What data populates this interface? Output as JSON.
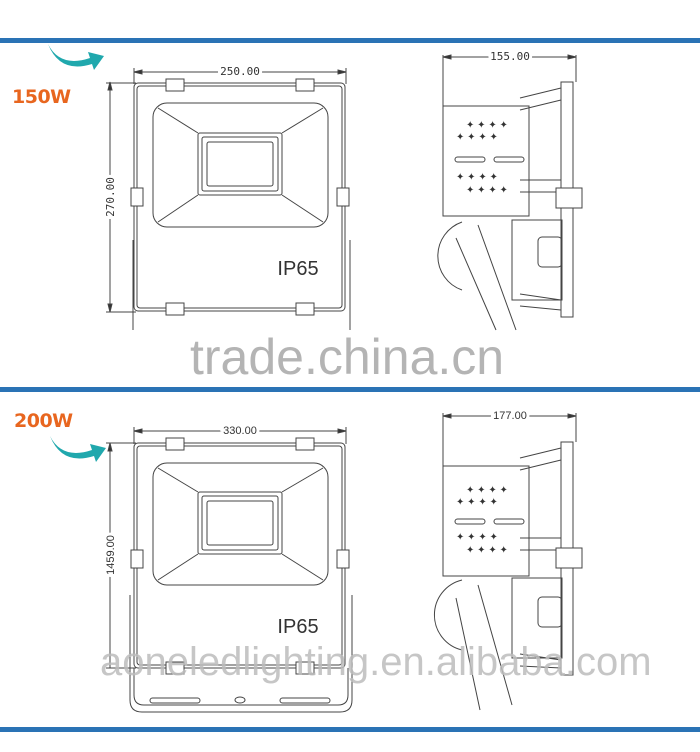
{
  "sections": [
    {
      "wattage": "150W",
      "front_view": {
        "width_dim": "250.00",
        "height_dim": "270.00",
        "rating": "IP65"
      },
      "side_view": {
        "depth_dim": "155.00"
      }
    },
    {
      "wattage": "200W",
      "front_view": {
        "width_dim": "330.00",
        "height_dim": "1459.00",
        "rating": "IP65"
      },
      "side_view": {
        "depth_dim": "177.00"
      }
    }
  ],
  "watermarks": [
    "trade.china.cn",
    "aoneledlighting.en.alibaba.com"
  ],
  "colors": {
    "rule": "#2a73b5",
    "wattage": "#e8661f",
    "arrow": "#20a8ad",
    "line": "#444444",
    "watermark": "#bdbdbd"
  }
}
